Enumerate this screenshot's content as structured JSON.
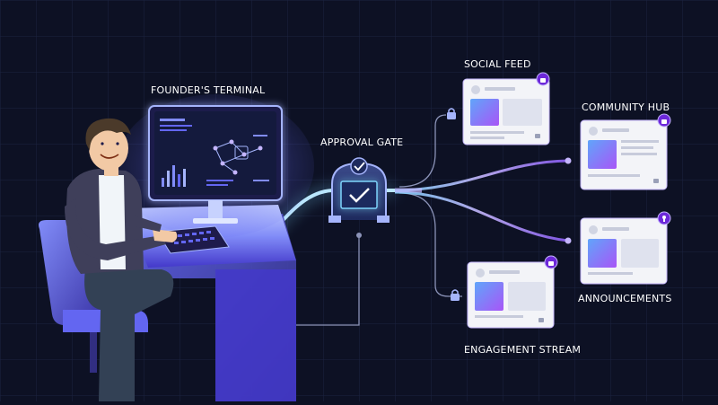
{
  "labels": {
    "founder_terminal": "FOUNDER'S TERMINAL",
    "approval_gate": "APPROVAL GATE",
    "social_feed": "SOCIAL FEED",
    "community_hub": "COMMUNITY HUB",
    "announcements": "ANNOUNCEMENTS",
    "engagement_stream": "ENGAGEMENT STREAM"
  },
  "colors": {
    "background": "#0d1124",
    "grid": "#1c2340",
    "flow_glow": "#7dd3fc",
    "flow_violet": "#a78bfa",
    "accent_purple": "#7c3aed",
    "card": "#f3f4f8",
    "lock_badge": "#6d28d9"
  },
  "icons": [
    "lock-icon",
    "check-icon",
    "image-placeholder-icon",
    "person-illustration",
    "monitor-illustration"
  ]
}
